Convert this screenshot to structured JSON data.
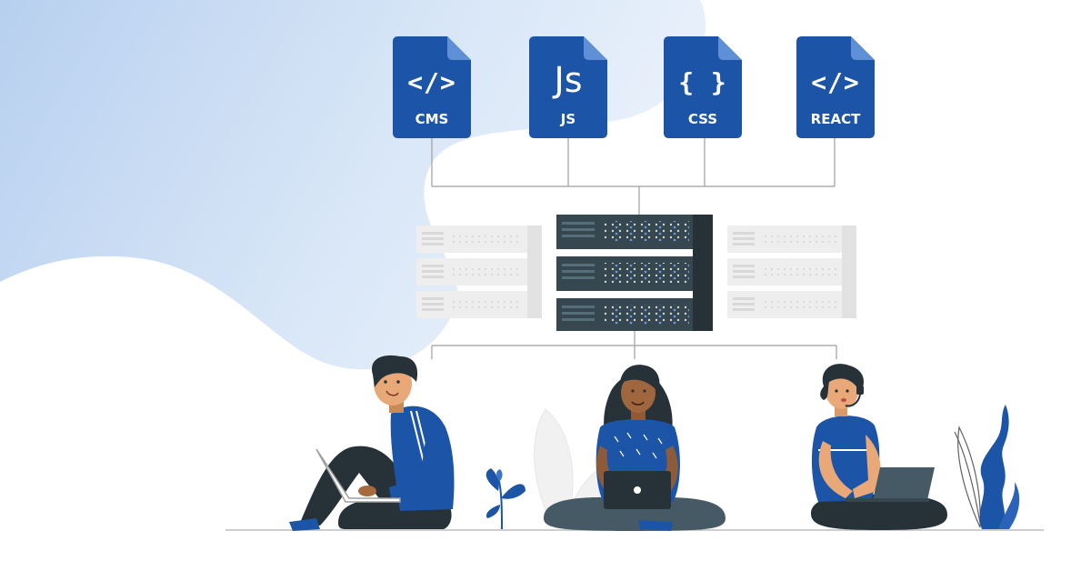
{
  "files": [
    {
      "symbol": "</>",
      "label": "CMS"
    },
    {
      "symbol": "Js",
      "label": "JS"
    },
    {
      "symbol": "{ }",
      "label": "CSS"
    },
    {
      "symbol": "</>",
      "label": "REACT"
    }
  ],
  "colors": {
    "brand_blue": "#1c54a8",
    "dark_server": "#37474f",
    "light_server": "#eeeeee",
    "background_blob": "#c9dcf3"
  }
}
